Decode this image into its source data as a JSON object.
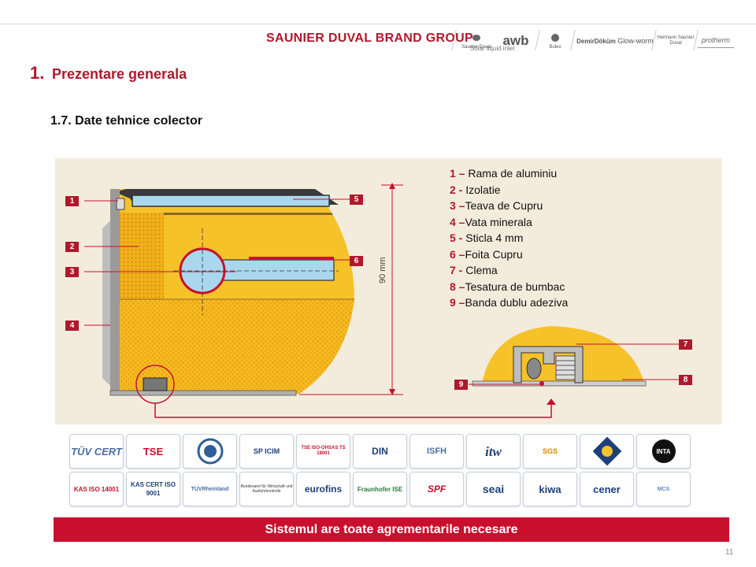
{
  "header": {
    "brand": "SAUNIER DUVAL BRAND GROUP",
    "logos": [
      "Saunier Duval",
      "awb",
      "Bulex",
      "DemirDöküm",
      "Glow-worm",
      "Hermann Saunier Duval",
      "protherm"
    ],
    "overlay_label": "Solar liquid inlet"
  },
  "section": {
    "number": "1.",
    "title": "Prezentare generala"
  },
  "subtitle": "1.7. Date tehnice colector",
  "diagram": {
    "markers": [
      "1",
      "2",
      "3",
      "4",
      "5",
      "6",
      "7",
      "8",
      "9"
    ],
    "dimension": "90 mm",
    "legend": [
      {
        "num": "1 –",
        "text": " Rama de aluminiu"
      },
      {
        "num": "2 -",
        "text": " Izolatie"
      },
      {
        "num": "3 –",
        "text": "Teava de Cupru"
      },
      {
        "num": "4 –",
        "text": "Vata minerala"
      },
      {
        "num": "5 -",
        "text": " Sticla 4 mm"
      },
      {
        "num": "6 –",
        "text": "Foita Cupru"
      },
      {
        "num": "7 -",
        "text": " Clema"
      },
      {
        "num": "8 –",
        "text": "Tesatura de bumbac"
      },
      {
        "num": "9 –",
        "text": "Banda dublu adeziva"
      }
    ]
  },
  "certifications": {
    "row1": [
      "TÜV CERT",
      "TSE",
      "",
      "SP ICIM",
      "TSE ISO-OHSAS TS 18001",
      "DIN",
      "ISFH",
      "itw",
      "SGS",
      "",
      "INTA"
    ],
    "row2": [
      "KAS ISO 14001",
      "KAS CERT ISO 9001",
      "TÜVRheinland",
      "Bundesamt für Wirtschaft und Ausfuhrkontrolle",
      "eurofins",
      "Fraunhofer ISE",
      "SPF",
      "seai",
      "kiwa",
      "cener",
      "MCS"
    ]
  },
  "banner": "Sistemul are toate agrementarile necesare",
  "page_number": "11",
  "colors": {
    "accent": "#b0182b",
    "banner": "#c8102e",
    "insulation": "#f5b81f",
    "panel_bg": "#f3ecdc"
  }
}
